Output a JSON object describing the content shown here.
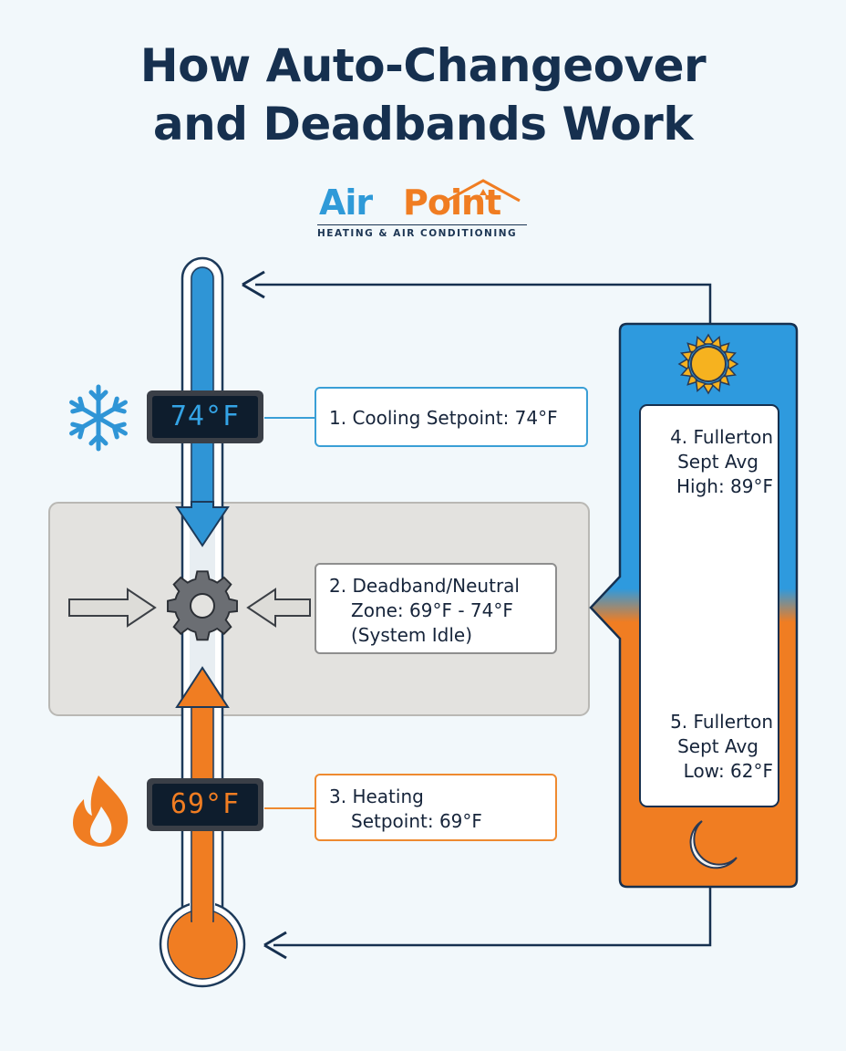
{
  "title_line1": "How Auto-Changeover",
  "title_line2": "and Deadbands Work",
  "logo": {
    "part1": "Air",
    "part2": "Point",
    "tagline": "HEATING & AIR CONDITIONING"
  },
  "cooling": {
    "display": "74°F",
    "callout_line1": "1. Cooling Setpoint: 74°F"
  },
  "deadband": {
    "line1": "2. Deadband/Neutral",
    "line2": "Zone: 69°F - 74°F",
    "line3": "(System Idle)"
  },
  "heating": {
    "display": "69°F",
    "line1": "3. Heating",
    "line2": "Setpoint: 69°F"
  },
  "weather": {
    "high_line1": "4. Fullerton",
    "high_line2": "Sept Avg",
    "high_line3": "High: 89°F",
    "low_line1": "5. Fullerton",
    "low_line2": "Sept Avg",
    "low_line3": "Low: 62°F"
  },
  "colors": {
    "cool": "#2f95d6",
    "heat": "#f07d22",
    "navy": "#16304f",
    "neutral": "#e3e2df"
  },
  "icons": [
    "snowflake-icon",
    "flame-icon",
    "gear-icon",
    "sun-icon",
    "moon-icon"
  ]
}
